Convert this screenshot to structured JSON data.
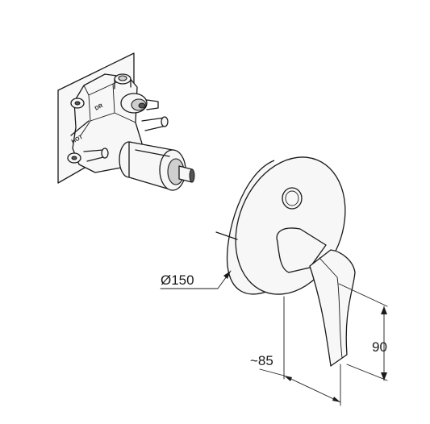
{
  "dimensions": {
    "diameter": "Ø150",
    "projection": "~85",
    "height": "90"
  },
  "valve_labels": {
    "top": "DR",
    "side": "HOT"
  }
}
